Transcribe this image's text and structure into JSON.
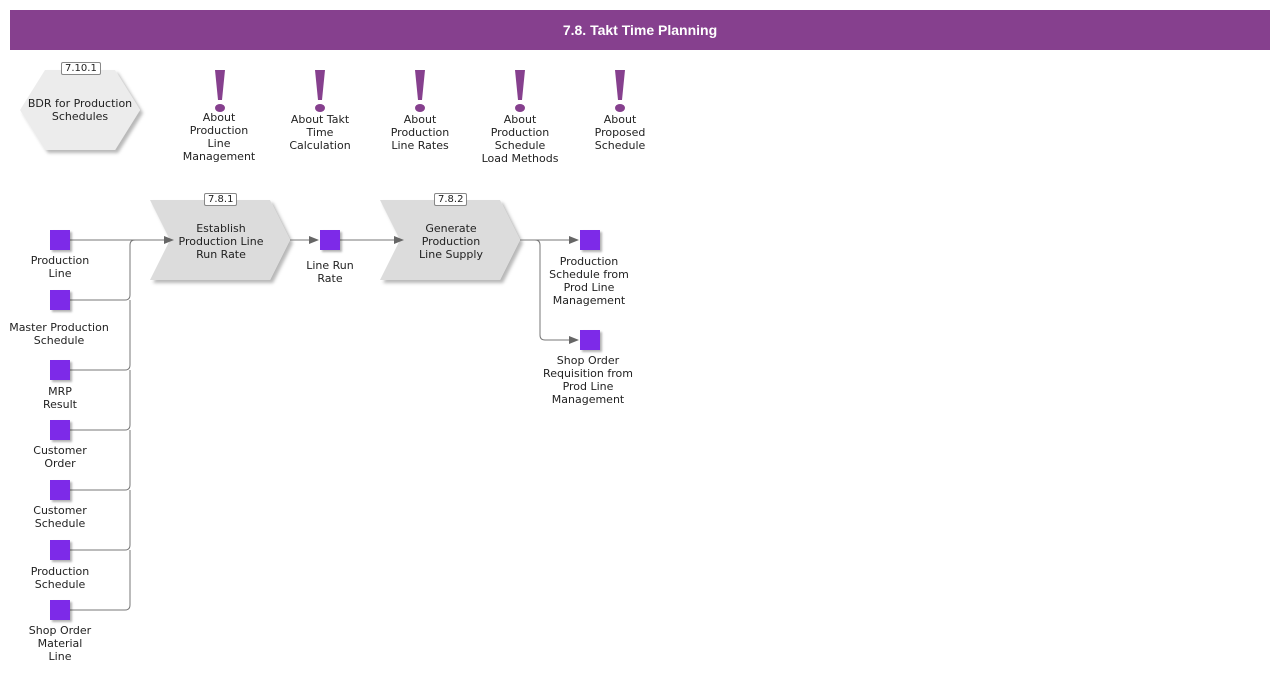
{
  "header": {
    "title": "7.8. Takt Time Planning"
  },
  "bdr": {
    "badge": "7.10.1",
    "label": "BDR for Production\nSchedules"
  },
  "notes": [
    {
      "label": "About\nProduction\nLine\nManagement"
    },
    {
      "label": "About Takt\nTime\nCalculation"
    },
    {
      "label": "About\nProduction\nLine Rates"
    },
    {
      "label": "About\nProduction\nSchedule\nLoad Methods"
    },
    {
      "label": "About\nProposed\nSchedule"
    }
  ],
  "processes": [
    {
      "badge": "7.8.1",
      "label": "Establish\nProduction Line\nRun Rate"
    },
    {
      "badge": "7.8.2",
      "label": "Generate\nProduction\nLine Supply"
    }
  ],
  "inputs": [
    {
      "label": "Production\nLine"
    },
    {
      "label": "Master Production\nSchedule"
    },
    {
      "label": "MRP\nResult"
    },
    {
      "label": "Customer\nOrder"
    },
    {
      "label": "Customer\nSchedule"
    },
    {
      "label": "Production\nSchedule"
    },
    {
      "label": "Shop Order\nMaterial\nLine"
    }
  ],
  "intermediate": {
    "label": "Line Run\nRate"
  },
  "outputs": [
    {
      "label": "Production\nSchedule from\nProd Line\nManagement"
    },
    {
      "label": "Shop Order\nRequisition from\nProd Line\nManagement"
    }
  ],
  "colors": {
    "header": "#86408e",
    "info_object": "#7d2ae8",
    "note_icon": "#86408e",
    "process_fill": "#dcdcdc"
  }
}
